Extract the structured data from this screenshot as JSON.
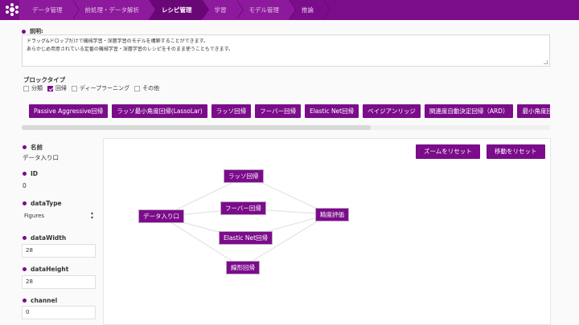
{
  "nav": {
    "items": [
      {
        "label": "データ管理",
        "active": false
      },
      {
        "label": "前処理・データ解析",
        "active": false
      },
      {
        "label": "レシピ管理",
        "active": true
      },
      {
        "label": "学習",
        "active": false
      },
      {
        "label": "モデル管理",
        "active": false
      },
      {
        "label": "推論",
        "active": false
      }
    ]
  },
  "description": {
    "label": "説明:",
    "text": "ドラッグ&ドロップだけで機械学習・深層学習のモデルを構築することができます。\nあらかじめ用意されている定番の機械学習・深層学習のレシピをそのまま使うこともできます。"
  },
  "block_type": {
    "label": "ブロックタイプ",
    "options": [
      {
        "label": "分類",
        "checked": false
      },
      {
        "label": "回帰",
        "checked": true
      },
      {
        "label": "ディープラーニング",
        "checked": false
      },
      {
        "label": "その他",
        "checked": false
      }
    ]
  },
  "blocks": [
    "Passive Aggressive回帰",
    "ラッソ最小角度回帰(LassoLar)",
    "ラッソ回帰",
    "フーバー回帰",
    "Elastic Net回帰",
    "ベイジアンリッジ",
    "関連度自動決定回帰（ARD）",
    "最小角度回帰"
  ],
  "scroll": {
    "position": 0.66
  },
  "properties": {
    "name_label": "名前",
    "name_value": "データ入り口",
    "id_label": "ID",
    "id_value": "0",
    "datatype_label": "dataType",
    "datatype_value": "Figures",
    "datawidth_label": "dataWidth",
    "datawidth_value": "28",
    "dataheight_label": "dataHeight",
    "dataheight_value": "28",
    "channel_label": "channel",
    "channel_value": "0"
  },
  "canvas": {
    "reset_zoom": "ズームをリセット",
    "reset_move": "移動をリセット",
    "nodes": {
      "input": "データ入り口",
      "lasso": "ラッソ回帰",
      "huber": "フーバー回帰",
      "elastic": "Elastic Net回帰",
      "linear": "線形回帰",
      "eval": "精度評価"
    }
  },
  "colors": {
    "brand": "#7b0c8a",
    "brand_dark": "#6a0777"
  }
}
